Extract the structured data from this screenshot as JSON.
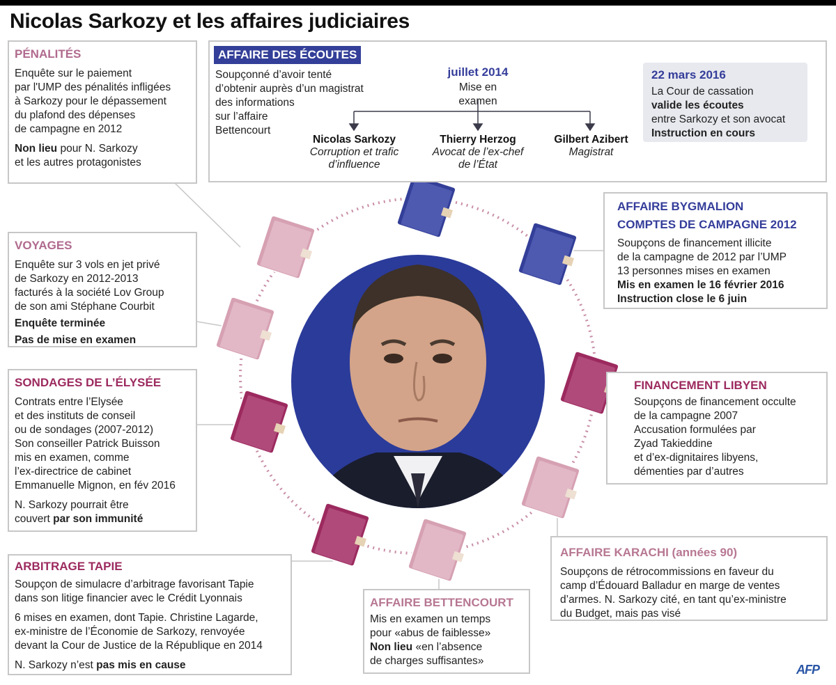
{
  "title": "Nicolas Sarkozy et les affaires judiciaires",
  "colors": {
    "blue": "#333f98",
    "maroon": "#9c2a5f",
    "pink": "#d6a1b2",
    "dot": "#c98fa8",
    "grey_border": "#c7c7c7"
  },
  "penalites": {
    "title": "PÉNALITÉS",
    "lines": [
      "Enquête sur le paiement",
      "par l'UMP des pénalités infligées",
      "à Sarkozy pour le dépassement",
      "du plafond des dépenses",
      "de campagne en 2012"
    ],
    "verdict_bold": "Non lieu",
    "verdict_rest": " pour N. Sarkozy",
    "verdict_line2": "et les autres protagonistes"
  },
  "ecoutes": {
    "title": "AFFAIRE DES ÉCOUTES",
    "desc": [
      "Soupçonné d’avoir tenté",
      "d’obtenir auprès d’un magistrat",
      "des informations",
      "sur l’affaire",
      "Bettencourt"
    ],
    "date": "juillet 2014",
    "date_sub": "Mise en examen",
    "persons": [
      {
        "name": "Nicolas Sarkozy",
        "role1": "Corruption et trafic",
        "role2": "d’influence"
      },
      {
        "name": "Thierry Herzog",
        "role1": "Avocat de l’ex-chef",
        "role2": "de l’État"
      },
      {
        "name": "Gilbert Azibert",
        "role1": "Magistrat",
        "role2": ""
      }
    ],
    "cassation": {
      "date": "22 mars 2016",
      "l1": "La Cour de cassation",
      "l2": "valide les écoutes",
      "l3": "entre Sarkozy et son avocat",
      "l4": "Instruction en cours"
    }
  },
  "bygmalion": {
    "title1": "AFFAIRE BYGMALION",
    "title2": "COMPTES DE CAMPAGNE 2012",
    "lines": [
      "Soupçons de financement illicite",
      "de la campagne de 2012 par l’UMP",
      "13 personnes mises en examen"
    ],
    "bold1": "Mis en examen le 16 février 2016",
    "bold2": "Instruction close le 6 juin"
  },
  "voyages": {
    "title": "VOYAGES",
    "lines": [
      "Enquête sur 3 vols en jet privé",
      "de Sarkozy en 2012-2013",
      "facturés à la société Lov Group",
      "de son ami Stéphane Courbit"
    ],
    "bold1": "Enquête terminée",
    "bold2": "Pas de mise en examen"
  },
  "sondages": {
    "title": "SONDAGES DE L’ÉLYSÉE",
    "lines": [
      "Contrats entre l’Elysée",
      "et des instituts de conseil",
      "ou de sondages (2007-2012)",
      "Son conseiller Patrick Buisson",
      "mis en examen, comme",
      "l’ex-directrice de cabinet",
      "Emmanuelle Mignon, en fév 2016"
    ],
    "l8": "N. Sarkozy pourrait être",
    "l9_plain": "couvert ",
    "l9_bold": "par son immunité"
  },
  "libyen": {
    "title": "FINANCEMENT LIBYEN",
    "lines": [
      "Soupçons de financement occulte",
      "de la campagne 2007",
      "Accusation formulées par",
      "Zyad Takieddine",
      "et d’ex-dignitaires libyens,",
      "démenties par d’autres"
    ]
  },
  "tapie": {
    "title": "ARBITRAGE TAPIE",
    "lines": [
      "Soupçon de simulacre d’arbitrage favorisant Tapie",
      "dans son litige financier avec le Crédit Lyonnais"
    ],
    "lines2": [
      "6 mises en examen, dont Tapie. Christine Lagarde,",
      "ex-ministre de l’Économie de Sarkozy, renvoyée",
      "devant la Cour de Justice de la République en 2014"
    ],
    "l_plain": "N. Sarkozy n’est ",
    "l_bold": "pas mis en cause"
  },
  "bettencourt": {
    "title": "AFFAIRE BETTENCOURT",
    "lines": [
      "Mis en examen un temps",
      "pour «abus de faiblesse»"
    ],
    "bold": "Non lieu",
    "rest": " «en l’absence",
    "l4": "de charges suffisantes»"
  },
  "karachi": {
    "title": "AFFAIRE KARACHI (années 90)",
    "lines": [
      "Soupçons de rétrocommissions en faveur du",
      "camp d’Édouard Balladur en marge de ventes",
      "d’armes. N. Sarkozy cité, en tant qu’ex-ministre",
      "du Budget, mais pas visé"
    ]
  },
  "credit": "AFP"
}
